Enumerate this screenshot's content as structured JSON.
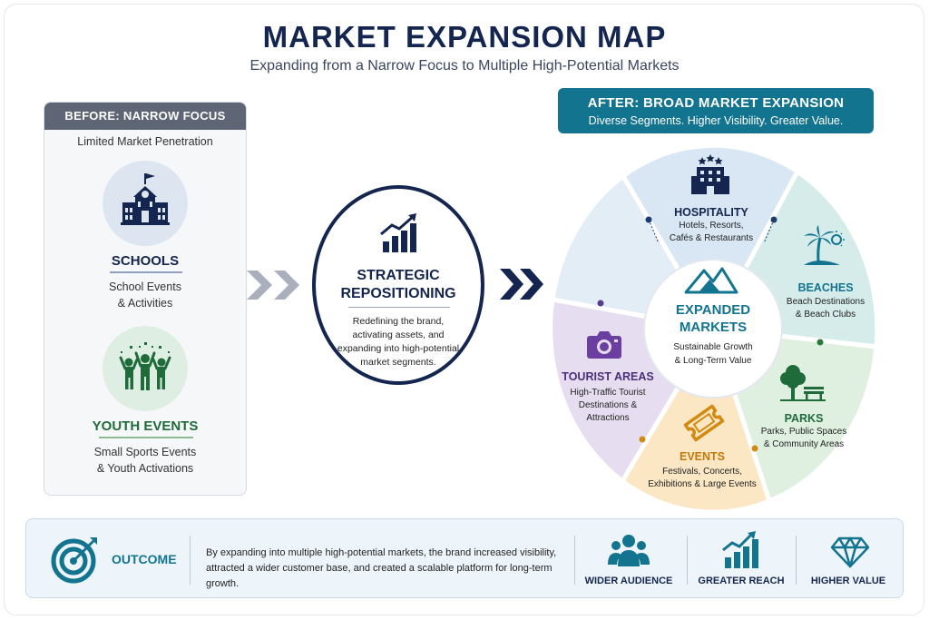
{
  "title": "MARKET EXPANSION MAP",
  "subtitle": "Expanding from a Narrow Focus to Multiple High-Potential Markets",
  "before": {
    "header": "BEFORE: NARROW FOCUS",
    "subheader": "Limited Market Penetration",
    "items": [
      {
        "label": "SCHOOLS",
        "desc1": "School Events",
        "desc2": "& Activities",
        "icon": "school-icon",
        "color": "#14264f"
      },
      {
        "label": "YOUTH EVENTS",
        "desc1": "Small Sports Events",
        "desc2": "& Youth Activations",
        "icon": "people-celebrating-icon",
        "color": "#1f6b3a"
      }
    ]
  },
  "strategic": {
    "title1": "STRATEGIC",
    "title2": "REPOSITIONING",
    "desc1": "Redefining the brand,",
    "desc2": "activating assets, and",
    "desc3": "expanding into high-potential",
    "desc4": "market segments.",
    "icon": "growth-chart-icon"
  },
  "after": {
    "header": "AFTER: BROAD MARKET EXPANSION",
    "subheader": "Diverse Segments. Higher Visibility. Greater Value."
  },
  "center": {
    "title1": "EXPANDED",
    "title2": "MARKETS",
    "desc1": "Sustainable Growth",
    "desc2": "& Long-Term Value",
    "icon": "mountains-icon"
  },
  "segments": [
    {
      "label": "HOSPITALITY",
      "desc1": "Hotels, Resorts,",
      "desc2": "Cafés & Restaurants",
      "icon": "hotel-icon",
      "color": "#14264f"
    },
    {
      "label": "BEACHES",
      "desc1": "Beach Destinations",
      "desc2": "& Beach Clubs",
      "icon": "palm-tree-icon",
      "color": "#137490"
    },
    {
      "label": "PARKS",
      "desc1": "Parks, Public Spaces",
      "desc2": "& Community Areas",
      "icon": "tree-bench-icon",
      "color": "#1f6b3a"
    },
    {
      "label": "EVENTS",
      "desc1": "Festivals, Concerts,",
      "desc2": "Exhibitions & Large Events",
      "icon": "ticket-icon",
      "color": "#c47a0a"
    },
    {
      "label": "TOURIST AREAS",
      "desc1": "High-Traffic Tourist",
      "desc2": "Destinations &",
      "desc3": "Attractions",
      "icon": "camera-icon",
      "color": "#4a2f7a"
    }
  ],
  "outcome": {
    "label": "OUTCOME",
    "text": "By expanding into multiple high-potential markets, the brand increased visibility, attracted a wider customer base, and created a scalable platform for long-term growth.",
    "features": [
      {
        "label": "WIDER AUDIENCE",
        "icon": "audience-icon"
      },
      {
        "label": "GREATER REACH",
        "icon": "bar-chart-icon"
      },
      {
        "label": "HIGHER VALUE",
        "icon": "diamond-icon"
      }
    ],
    "icon": "target-icon"
  }
}
